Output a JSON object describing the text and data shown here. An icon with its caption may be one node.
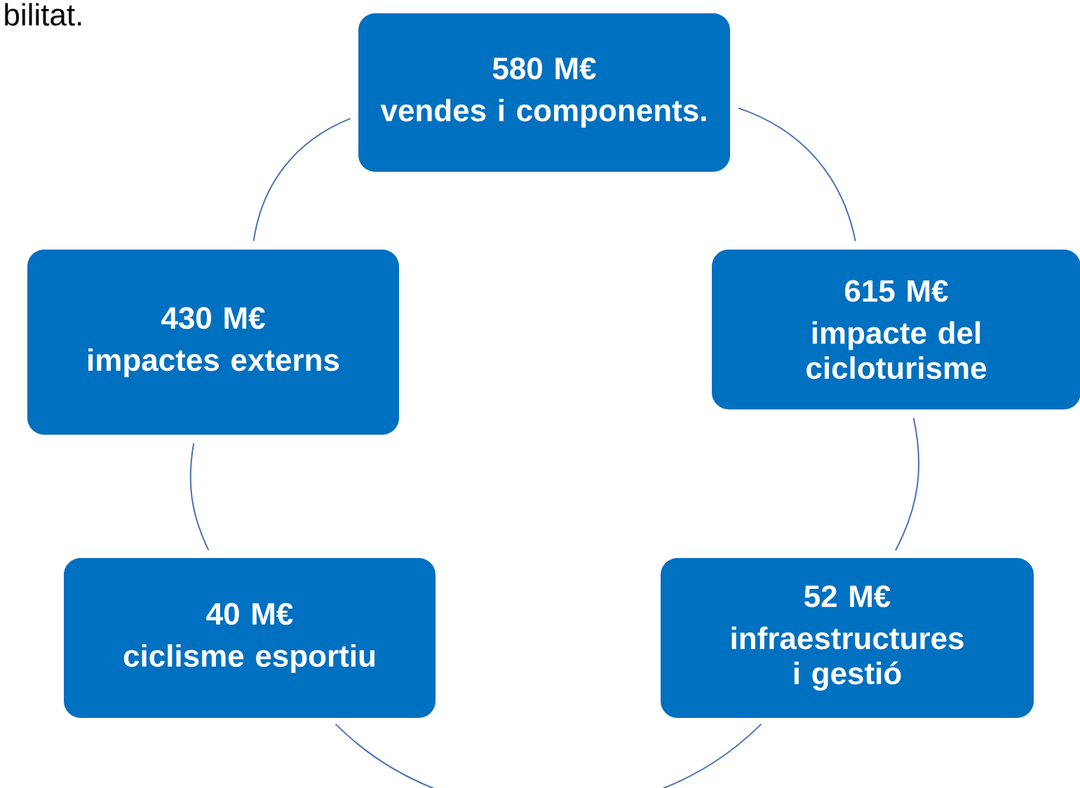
{
  "diagram": {
    "nodes": [
      {
        "text": [
          "580 M€",
          "vendes i components."
        ]
      },
      {
        "text": [
          "430 M€",
          "impactes externs"
        ]
      },
      {
        "text": [
          "615 M€",
          "impacte del cicloturisme"
        ]
      },
      {
        "text": [
          "40 M€",
          "ciclisme esportiu"
        ]
      },
      {
        "text": [
          "52 M€",
          "infraestructures i gestió"
        ]
      }
    ],
    "edges": [
      {
        "from": 0,
        "to": 2,
        "arrow": "none"
      },
      {
        "from": 2,
        "to": 4,
        "arrow": "none"
      },
      {
        "from": 4,
        "to": 3,
        "arrow": "none"
      },
      {
        "from": 3,
        "to": 1,
        "arrow": "none"
      },
      {
        "from": 1,
        "to": 0,
        "arrow": "none"
      }
    ],
    "labels": [
      "bilitat."
    ]
  }
}
